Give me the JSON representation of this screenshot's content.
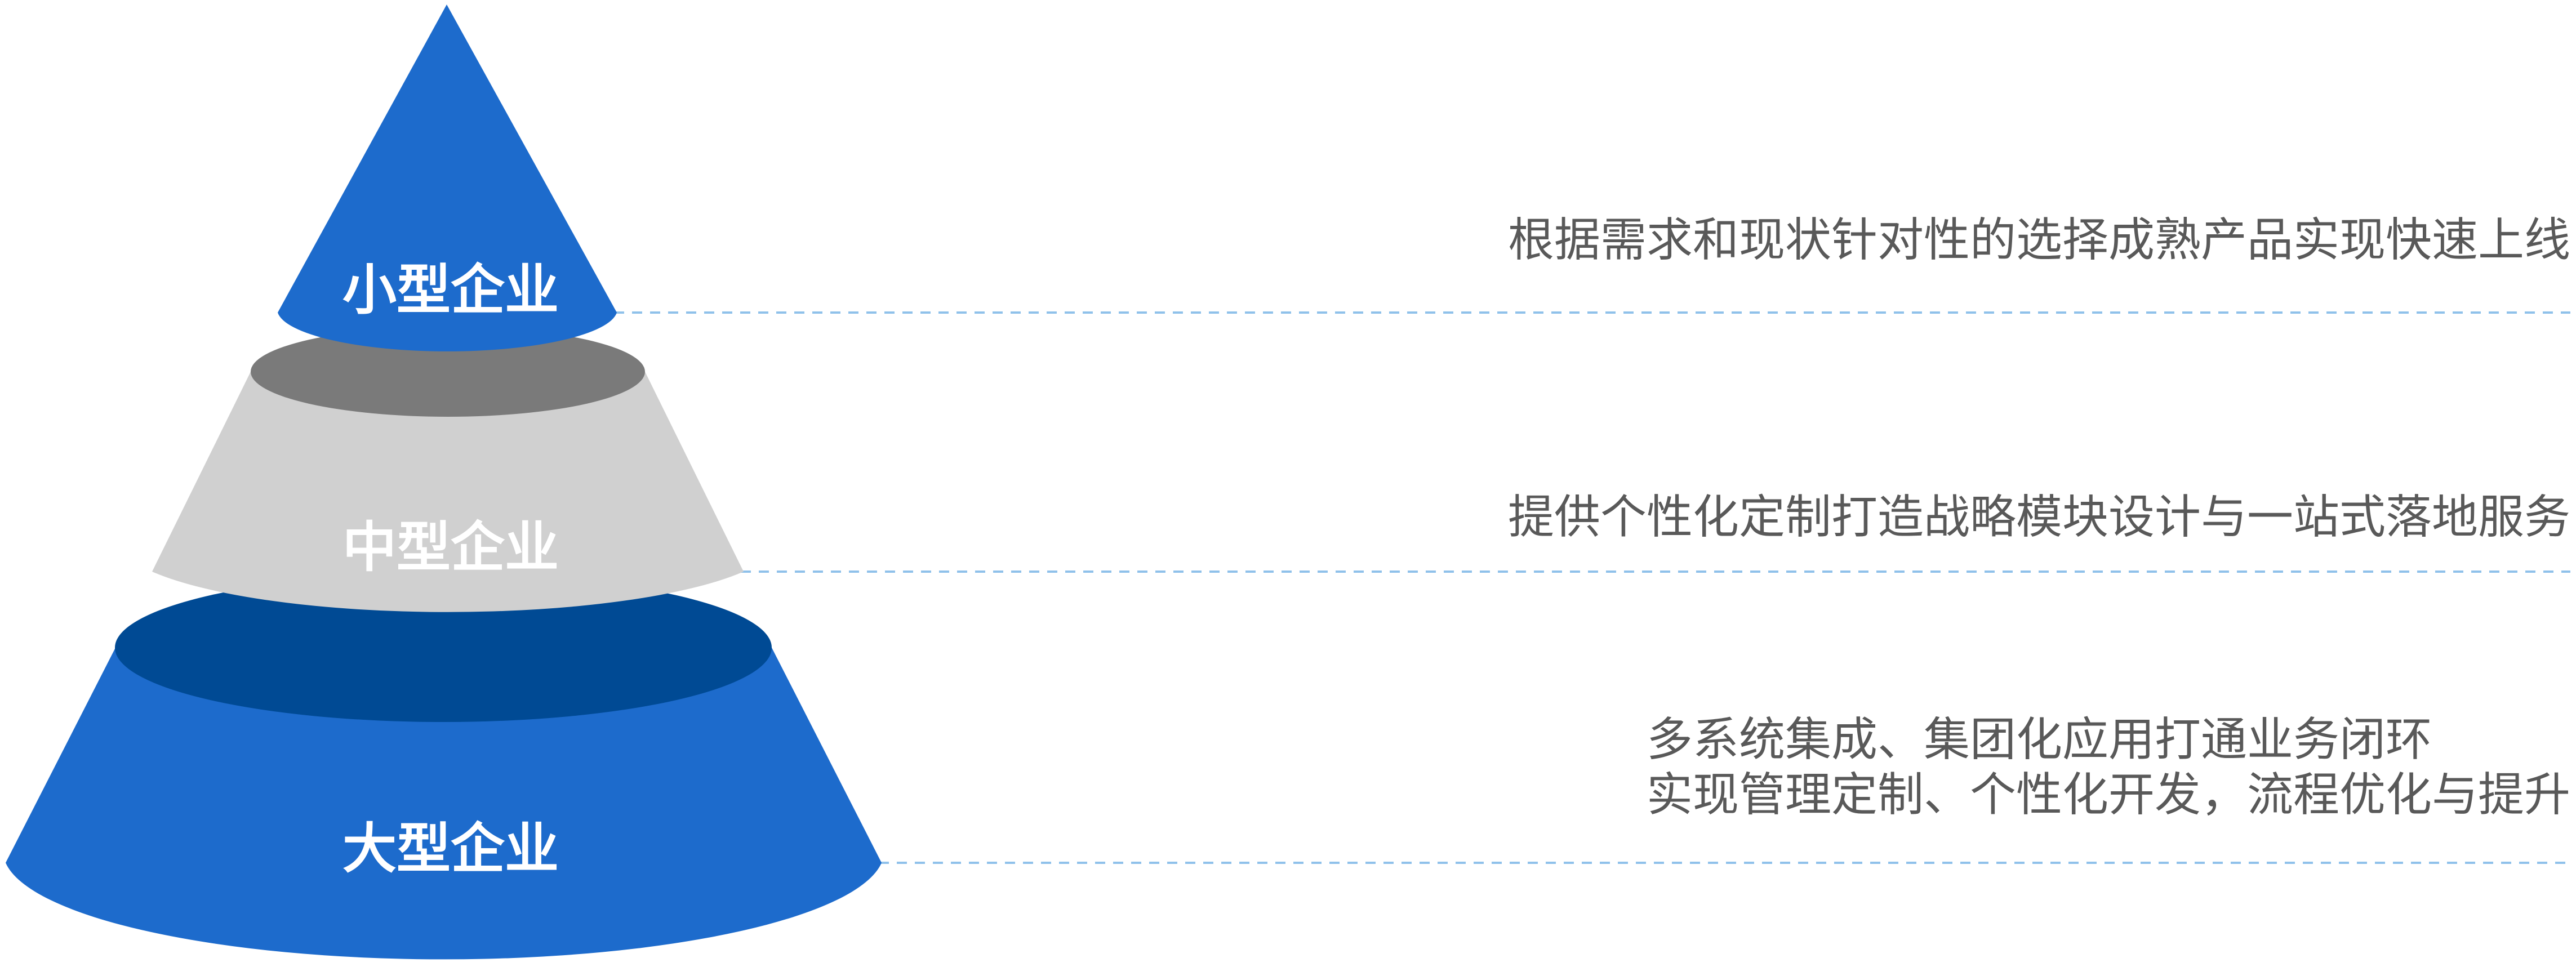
{
  "tiers": [
    {
      "label": "小型企业",
      "description": [
        "根据需求和现状针对性的选择成熟产品实现快速上线"
      ]
    },
    {
      "label": "中型企业",
      "description": [
        "提供个性化定制打造战略模块设计与一站式落地服务"
      ]
    },
    {
      "label": "大型企业",
      "description": [
        "多系统集成、集团化应用打通业务闭环",
        "实现管理定制、个性化开发，流程优化与提升"
      ]
    }
  ],
  "colors": {
    "tier_small": "#1d6bcc",
    "tier_medium": "#d0d0d0",
    "tier_large": "#1d6bcc",
    "top_cap_medium": "#7a7a7a",
    "top_cap_large": "#004a94",
    "leader_line": "#8fc1ea",
    "description_text": "#595959"
  }
}
